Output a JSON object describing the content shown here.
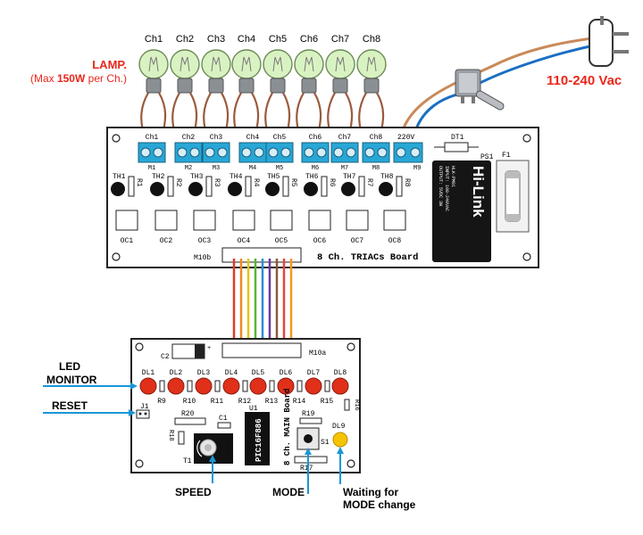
{
  "lamps": {
    "channels": [
      "Ch1",
      "Ch2",
      "Ch3",
      "Ch4",
      "Ch5",
      "Ch6",
      "Ch7",
      "Ch8"
    ],
    "title": "LAMP.",
    "note_prefix": "(Max ",
    "note_bold": "150W",
    "note_suffix": " per Ch.)"
  },
  "mains": {
    "label": "110-240 Vac"
  },
  "triac_board": {
    "title": "8 Ch. TRIACs Board",
    "terminal_labels": [
      "Ch1",
      "Ch2",
      "Ch3",
      "Ch4",
      "Ch5",
      "Ch6",
      "Ch7",
      "Ch8"
    ],
    "terminal_220": "220V",
    "terminal_ids": [
      "M1",
      "M2",
      "M3",
      "M4",
      "M5",
      "M6",
      "M7",
      "M8"
    ],
    "m9": "M9",
    "triacs": [
      "TH1",
      "TH2",
      "TH3",
      "TH4",
      "TH5",
      "TH6",
      "TH7",
      "TH8"
    ],
    "resistors": [
      "R1",
      "R2",
      "R3",
      "R4",
      "R5",
      "R6",
      "R7",
      "R8"
    ],
    "optos": [
      "OC1",
      "OC2",
      "OC3",
      "OC4",
      "OC5",
      "OC6",
      "OC7",
      "OC8"
    ],
    "connector": "M10b",
    "dt1": "DT1",
    "ps1": "PS1",
    "f1": "F1",
    "psu_brand": "Hi-Link",
    "psu_lines": [
      "HLK-PM01",
      "INPUT: 100-240VAC",
      "OUTPUT: 5VDC 3W"
    ]
  },
  "main_board": {
    "title": "8 Ch. MAIN Board",
    "connector": "M10a",
    "c2": "C2",
    "leds": [
      "DL1",
      "DL2",
      "DL3",
      "DL4",
      "DL5",
      "DL6",
      "DL7",
      "DL8"
    ],
    "led_resistors": [
      "R9",
      "R10",
      "R11",
      "R12",
      "R13",
      "R14",
      "R15"
    ],
    "r16": "R16",
    "j1": "J1",
    "r20": "R20",
    "c1": "C1",
    "u1": "U1",
    "mcu": "PIC16F886",
    "r19": "R19",
    "s1": "S1",
    "dl9": "DL9",
    "r18": "R18",
    "t1": "T1",
    "r17": "R17"
  },
  "callouts": {
    "led_monitor_1": "LED",
    "led_monitor_2": "MONITOR",
    "reset": "RESET",
    "speed": "SPEED",
    "mode": "MODE",
    "waiting_1": "Waiting for",
    "waiting_2": "MODE change"
  },
  "colors": {
    "terminal": "#28a7d6",
    "wire_brown": "#9a5a3c",
    "led_red": "#e0301a",
    "led_yellow": "#f5c400",
    "callout_blue": "#1996d6",
    "label_red": "#e8271a",
    "ribbon": [
      "#e03a2a",
      "#f08a1a",
      "#e6c414",
      "#5bb534",
      "#2c8fd4",
      "#6a3a9c",
      "#8c5a3a",
      "#e8453c",
      "#f5961e"
    ]
  }
}
